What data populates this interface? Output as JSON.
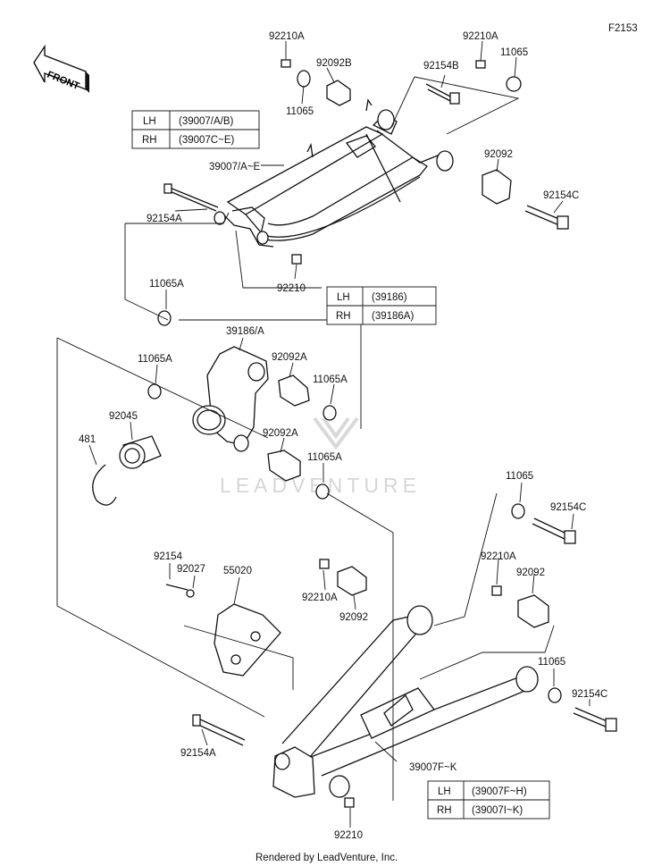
{
  "diagram_code": "F2153",
  "front_label": "FRONT",
  "watermark": "LEADVENTURE",
  "footer": "Rendered by LeadVenture, Inc.",
  "callouts": {
    "c92210A_a": "92210A",
    "c11065_a": "11065",
    "c92092B": "92092B",
    "c92210A_b": "92210A",
    "c11065_b": "11065",
    "c92154B": "92154B",
    "c39007AE": "39007/A~E",
    "c92092_a": "92092",
    "c92154C_a": "92154C",
    "c92154A_a": "92154A",
    "c92210_a": "92210",
    "c11065A_a": "11065A",
    "c39186A": "39186/A",
    "c11065A_b": "11065A",
    "c92092A_a": "92092A",
    "c11065A_c": "11065A",
    "c92045": "92045",
    "c481": "481",
    "c92092A_b": "92092A",
    "c11065A_d": "11065A",
    "c11065_c": "11065",
    "c92154C_b": "92154C",
    "c92154": "92154",
    "c92027": "92027",
    "c55020": "55020",
    "c92210A_c": "92210A",
    "c92092_b": "92092",
    "c92210A_d": "92210A",
    "c92092_c": "92092",
    "c11065_d": "11065",
    "c92154C_c": "92154C",
    "c92154A_b": "92154A",
    "c39007FK": "39007F~K",
    "c92210_b": "92210"
  },
  "tables": {
    "upper": [
      {
        "side": "LH",
        "part": "(39007/A/B)"
      },
      {
        "side": "RH",
        "part": "(39007C~E)"
      }
    ],
    "middle": [
      {
        "side": "LH",
        "part": "(39186)"
      },
      {
        "side": "RH",
        "part": "(39186A)"
      }
    ],
    "lower": [
      {
        "side": "LH",
        "part": "(39007F~H)"
      },
      {
        "side": "RH",
        "part": "(39007I~K)"
      }
    ]
  }
}
